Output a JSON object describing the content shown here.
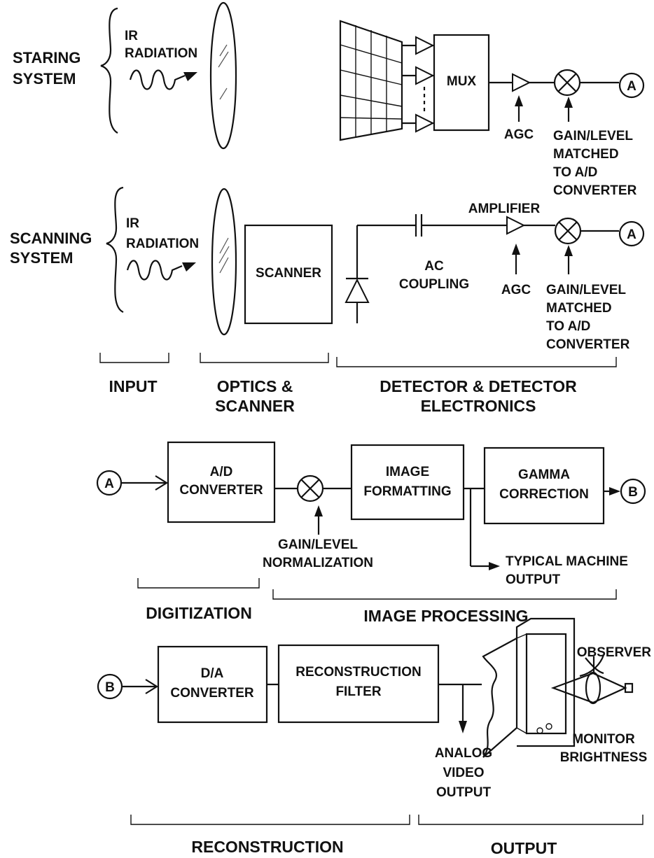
{
  "staring": {
    "system_line1": "STARING",
    "system_line2": "SYSTEM",
    "input_line1": "IR",
    "input_line2": "RADIATION",
    "mux": "MUX",
    "agc": "AGC",
    "gain_line1": "GAIN/LEVEL",
    "gain_line2": "MATCHED",
    "gain_line3": "TO A/D",
    "gain_line4": "CONVERTER",
    "connector": "A"
  },
  "scanning": {
    "system_line1": "SCANNING",
    "system_line2": "SYSTEM",
    "input_line1": "IR",
    "input_line2": "RADIATION",
    "scanner": "SCANNER",
    "ac_line1": "AC",
    "ac_line2": "COUPLING",
    "amplifier": "AMPLIFIER",
    "agc": "AGC",
    "gain_line1": "GAIN/LEVEL",
    "gain_line2": "MATCHED",
    "gain_line3": "TO A/D",
    "gain_line4": "CONVERTER",
    "connector": "A"
  },
  "front_end_sections": {
    "input": "INPUT",
    "optics_line1": "OPTICS &",
    "optics_line2": "SCANNER",
    "detector_line1": "DETECTOR & DETECTOR",
    "detector_line2": "ELECTRONICS"
  },
  "processing": {
    "connector_in": "A",
    "ad_line1": "A/D",
    "ad_line2": "CONVERTER",
    "norm_line1": "GAIN/LEVEL",
    "norm_line2": "NORMALIZATION",
    "format_line1": "IMAGE",
    "format_line2": "FORMATTING",
    "gamma_line1": "GAMMA",
    "gamma_line2": "CORRECTION",
    "connector_out": "B",
    "machine_line1": "TYPICAL MACHINE",
    "machine_line2": "OUTPUT",
    "section_digitization": "DIGITIZATION",
    "section_image_processing": "IMAGE PROCESSING"
  },
  "display": {
    "connector_in": "B",
    "da_line1": "D/A",
    "da_line2": "CONVERTER",
    "filter_line1": "RECONSTRUCTION",
    "filter_line2": "FILTER",
    "analog_line1": "ANALOG",
    "analog_line2": "VIDEO",
    "analog_line3": "OUTPUT",
    "observer": "OBSERVER",
    "monitor_line1": "MONITOR",
    "monitor_line2": "BRIGHTNESS",
    "section_reconstruction": "RECONSTRUCTION",
    "section_output": "OUTPUT"
  }
}
